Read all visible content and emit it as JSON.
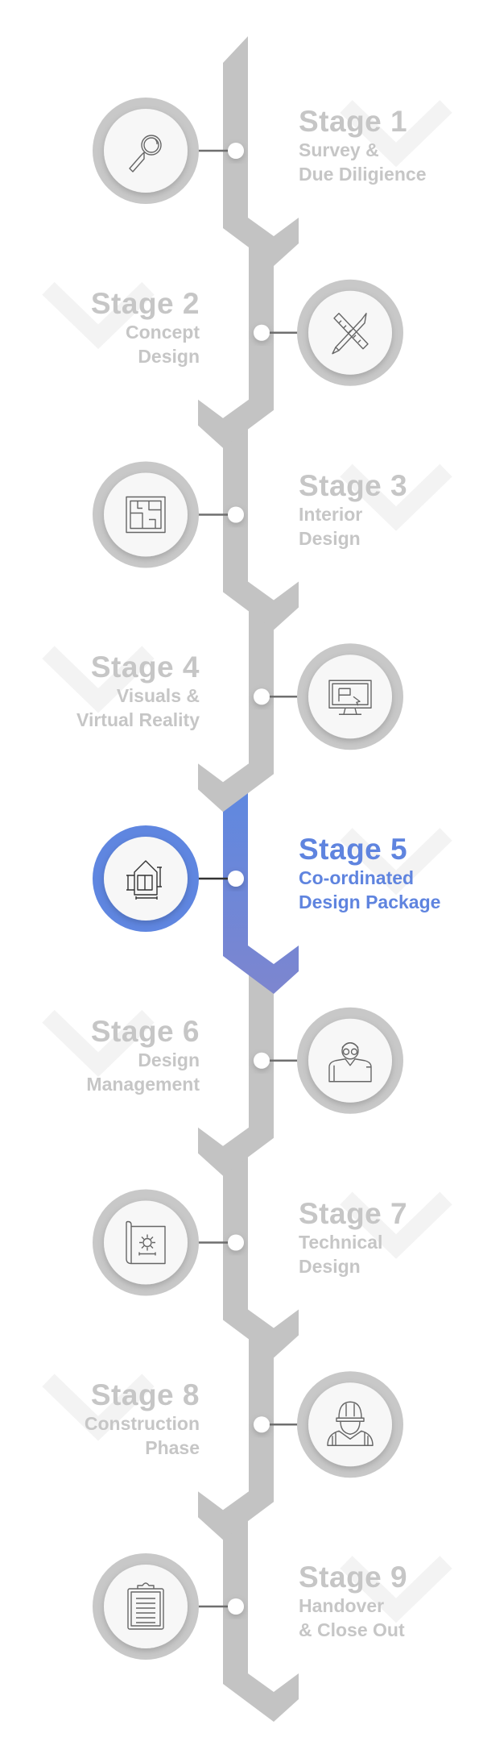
{
  "colors": {
    "spine": "#c3c3c3",
    "spine_dark": "#b5b5b5",
    "ring": "#c8c8c8",
    "inner": "#f7f7f7",
    "text": "#c6c6c6",
    "active": "#5f86e0",
    "active2": "#7a86d0",
    "watermark": "#f3f3f3",
    "connector": "#6f6f6f"
  },
  "stages": [
    {
      "title": "Stage 1",
      "lines": [
        "Survey &",
        "Due Diligience"
      ],
      "icon": "magnifier-icon",
      "active": false
    },
    {
      "title": "Stage 2",
      "lines": [
        "Concept",
        "Design"
      ],
      "icon": "pencil-ruler-icon",
      "active": false
    },
    {
      "title": "Stage 3",
      "lines": [
        "Interior",
        "Design"
      ],
      "icon": "floor-plan-icon",
      "active": false
    },
    {
      "title": "Stage 4",
      "lines": [
        "Visuals &",
        "Virtual Reality"
      ],
      "icon": "monitor-design-icon",
      "active": false
    },
    {
      "title": "Stage 5",
      "lines": [
        "Co-ordinated",
        "Design Package"
      ],
      "icon": "house-blueprint-icon",
      "active": true
    },
    {
      "title": "Stage 6",
      "lines": [
        "Design",
        "Management"
      ],
      "icon": "designer-person-icon",
      "active": false
    },
    {
      "title": "Stage 7",
      "lines": [
        "Technical",
        "Design"
      ],
      "icon": "blueprint-gear-icon",
      "active": false
    },
    {
      "title": "Stage 8",
      "lines": [
        "Construction",
        "Phase"
      ],
      "icon": "construction-worker-icon",
      "active": false
    },
    {
      "title": "Stage 9",
      "lines": [
        "Handover",
        "& Close Out"
      ],
      "icon": "clipboard-icon",
      "active": false
    }
  ]
}
